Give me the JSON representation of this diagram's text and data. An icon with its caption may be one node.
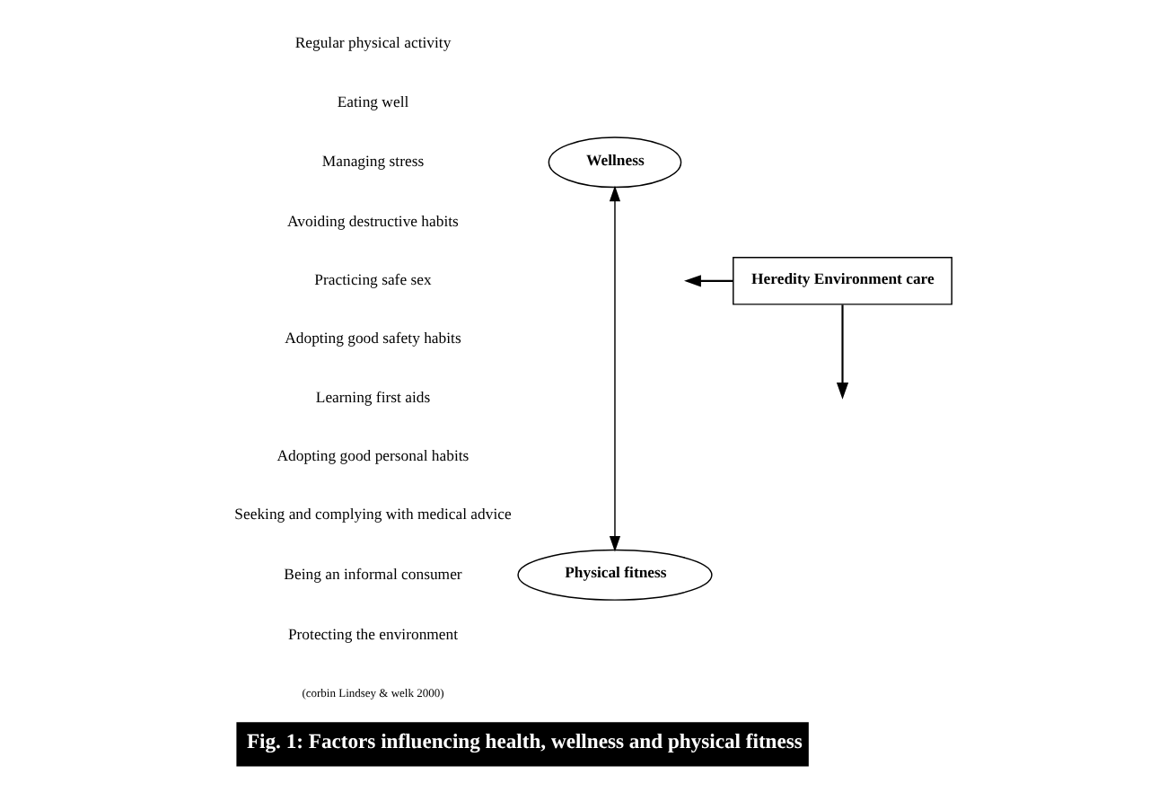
{
  "diagram": {
    "caption": "Fig. 1: Factors influencing health, wellness and physical fitness",
    "nodes": [
      {
        "text": [
          "Wellness"
        ]
      },
      {
        "text": [
          "Physical fitness"
        ]
      },
      {
        "text": [
          "Heredity Environment care"
        ]
      }
    ],
    "edges": [
      {
        "from": 0,
        "to": 1,
        "arrow": "both"
      },
      {
        "from": 2,
        "to": null,
        "arrow": "to"
      },
      {
        "from": 2,
        "to": null,
        "arrow": "to"
      }
    ],
    "labels": [
      "Regular physical activity",
      "Eating well",
      "Managing stress",
      "Avoiding destructive habits",
      "Practicing safe sex",
      "Adopting good safety habits",
      "Learning first aids",
      "Adopting good personal habits",
      "Seeking and complying with medical advice",
      "Being an informal consumer",
      "Protecting the environment",
      "(corbin Lindsey & welk 2000)"
    ]
  }
}
